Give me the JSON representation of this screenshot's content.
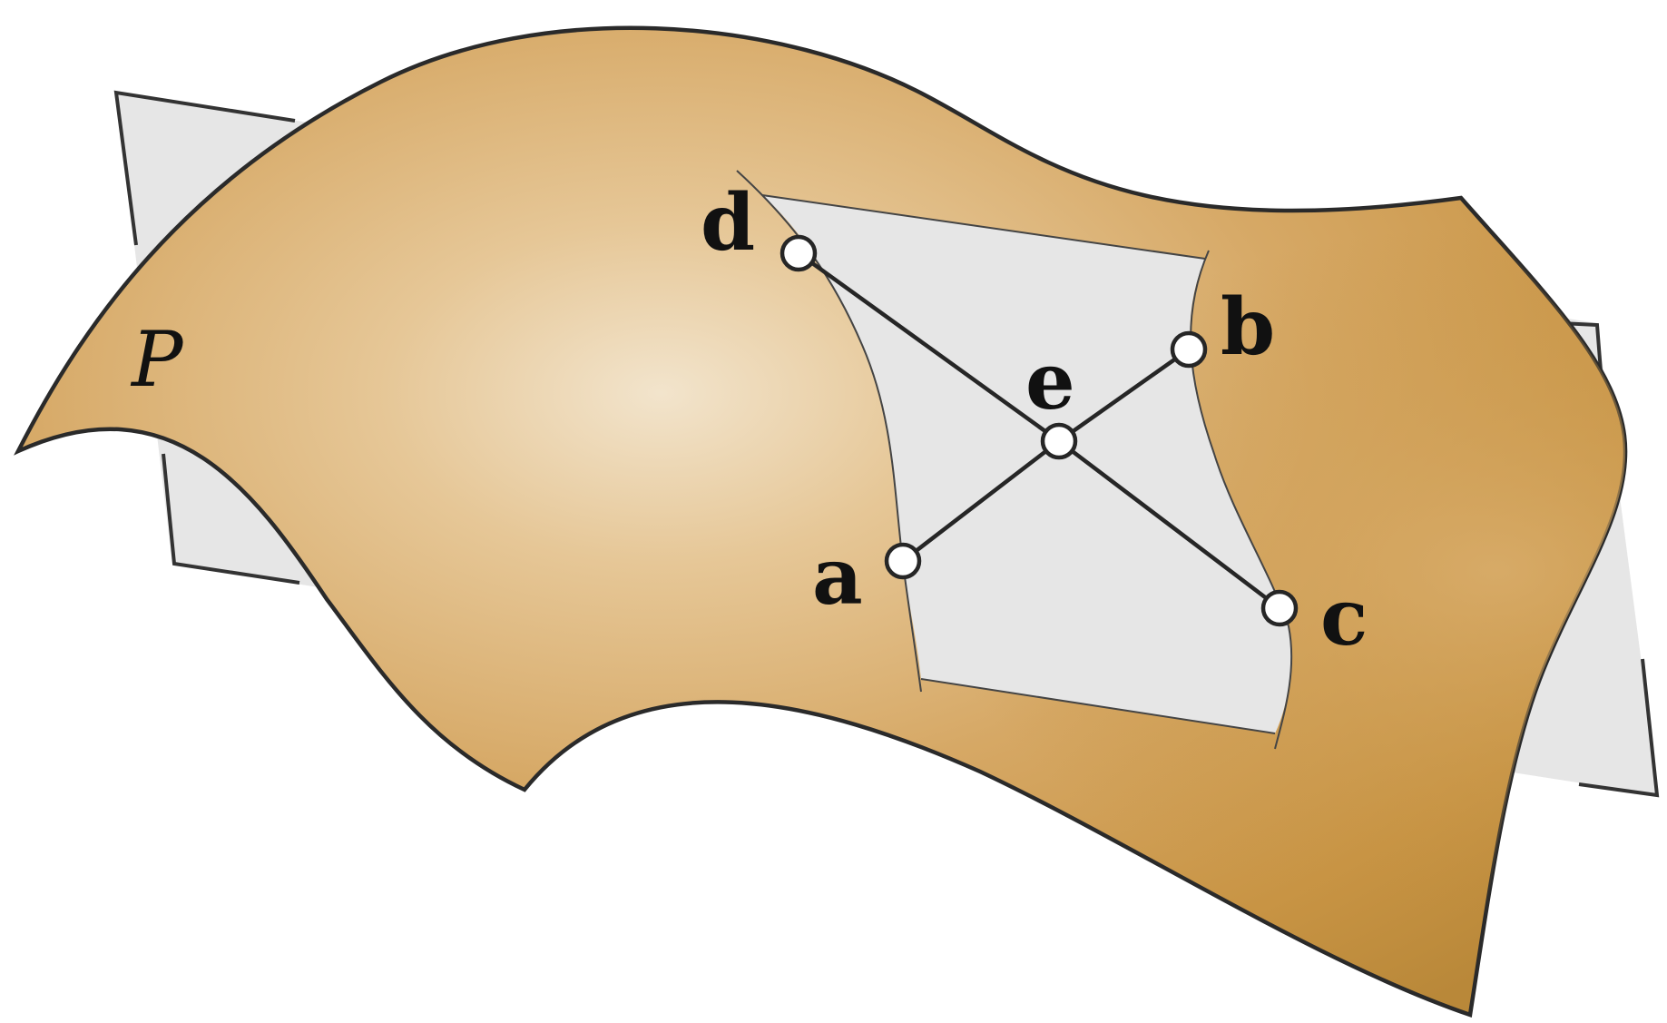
{
  "figure": {
    "surface_label": "P",
    "vertices": [
      {
        "id": "a",
        "label": "a"
      },
      {
        "id": "b",
        "label": "b"
      },
      {
        "id": "c",
        "label": "c"
      },
      {
        "id": "d",
        "label": "d"
      },
      {
        "id": "e",
        "label": "e"
      }
    ],
    "edges": [
      [
        "d",
        "e"
      ],
      [
        "e",
        "c"
      ],
      [
        "a",
        "e"
      ],
      [
        "e",
        "b"
      ]
    ],
    "colors": {
      "surface": "#d0a05a",
      "surface_highlight": "#f1e2c8",
      "surface_edge": "#b3833f",
      "plane": "#e6e6e6",
      "outline": "#2a2a2a"
    }
  }
}
